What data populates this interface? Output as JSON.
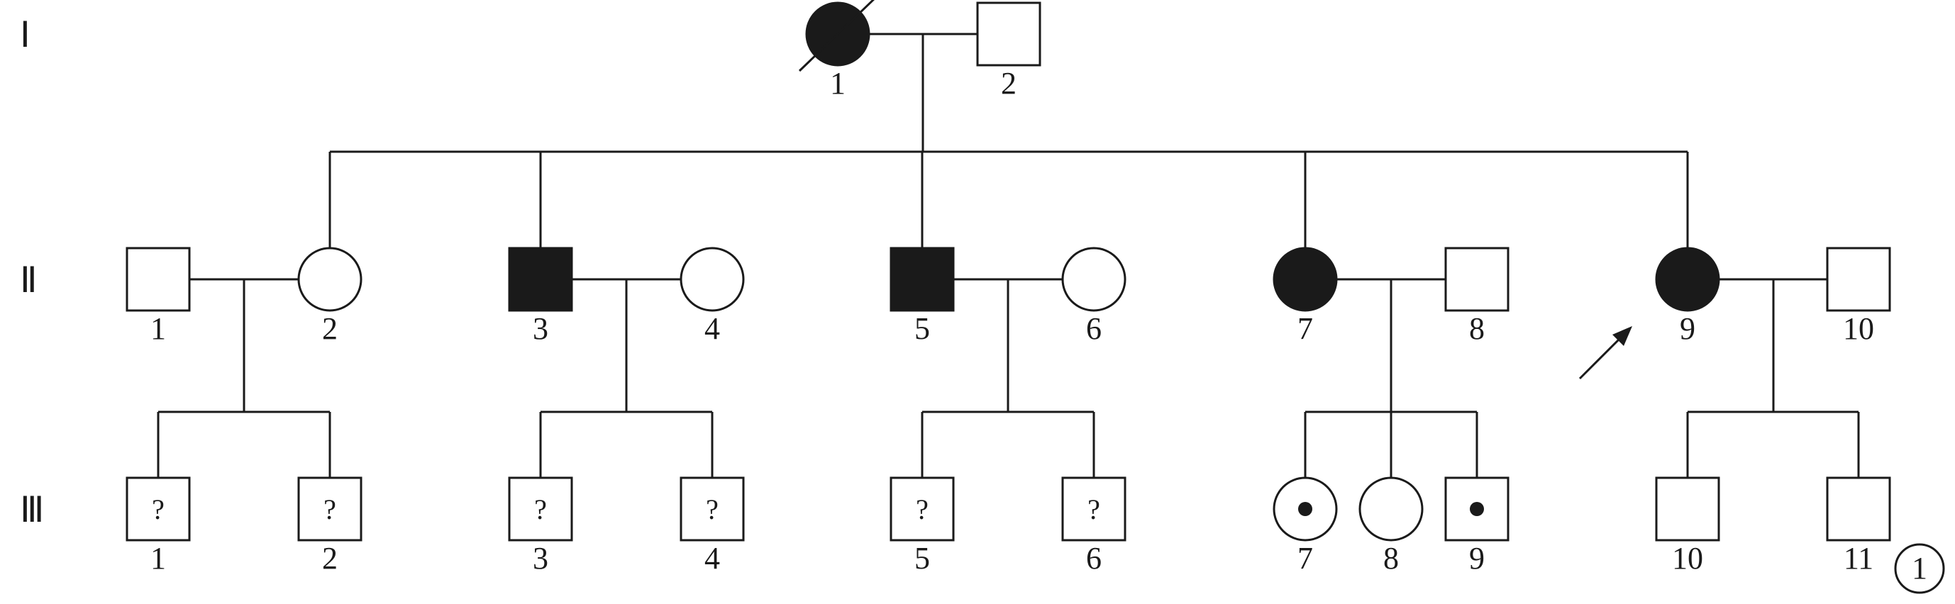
{
  "generations": [
    "Ⅰ",
    "Ⅱ",
    "Ⅲ"
  ],
  "colors": {
    "ink": "#1a1a1a",
    "affected": "#1a1a1a",
    "unaffected": "#ffffff"
  },
  "individuals": [
    {
      "id": "I-1",
      "gen": "I",
      "label": "1",
      "sex": "female",
      "status": "affected",
      "deceased": true
    },
    {
      "id": "I-2",
      "gen": "I",
      "label": "2",
      "sex": "male",
      "status": "unaffected"
    },
    {
      "id": "II-1",
      "gen": "II",
      "label": "1",
      "sex": "male",
      "status": "unaffected"
    },
    {
      "id": "II-2",
      "gen": "II",
      "label": "2",
      "sex": "female",
      "status": "unaffected"
    },
    {
      "id": "II-3",
      "gen": "II",
      "label": "3",
      "sex": "male",
      "status": "affected"
    },
    {
      "id": "II-4",
      "gen": "II",
      "label": "4",
      "sex": "female",
      "status": "unaffected"
    },
    {
      "id": "II-5",
      "gen": "II",
      "label": "5",
      "sex": "male",
      "status": "affected"
    },
    {
      "id": "II-6",
      "gen": "II",
      "label": "6",
      "sex": "female",
      "status": "unaffected"
    },
    {
      "id": "II-7",
      "gen": "II",
      "label": "7",
      "sex": "female",
      "status": "affected"
    },
    {
      "id": "II-8",
      "gen": "II",
      "label": "8",
      "sex": "male",
      "status": "unaffected"
    },
    {
      "id": "II-9",
      "gen": "II",
      "label": "9",
      "sex": "female",
      "status": "affected",
      "proband": true
    },
    {
      "id": "II-10",
      "gen": "II",
      "label": "10",
      "sex": "male",
      "status": "unaffected"
    },
    {
      "id": "III-1",
      "gen": "III",
      "label": "1",
      "sex": "male",
      "status": "unknown",
      "mark": "?"
    },
    {
      "id": "III-2",
      "gen": "III",
      "label": "2",
      "sex": "male",
      "status": "unknown",
      "mark": "?"
    },
    {
      "id": "III-3",
      "gen": "III",
      "label": "3",
      "sex": "male",
      "status": "unknown",
      "mark": "?"
    },
    {
      "id": "III-4",
      "gen": "III",
      "label": "4",
      "sex": "male",
      "status": "unknown",
      "mark": "?"
    },
    {
      "id": "III-5",
      "gen": "III",
      "label": "5",
      "sex": "male",
      "status": "unknown",
      "mark": "?"
    },
    {
      "id": "III-6",
      "gen": "III",
      "label": "6",
      "sex": "male",
      "status": "unknown",
      "mark": "?"
    },
    {
      "id": "III-7",
      "gen": "III",
      "label": "7",
      "sex": "female",
      "status": "carrier"
    },
    {
      "id": "III-8",
      "gen": "III",
      "label": "8",
      "sex": "female",
      "status": "unaffected"
    },
    {
      "id": "III-9",
      "gen": "III",
      "label": "9",
      "sex": "male",
      "status": "carrier"
    },
    {
      "id": "III-10",
      "gen": "III",
      "label": "10",
      "sex": "male",
      "status": "unaffected"
    },
    {
      "id": "III-11",
      "gen": "III",
      "label": "11",
      "sex": "male",
      "status": "unaffected"
    }
  ],
  "couples": [
    {
      "id": "c-I",
      "partners": [
        "I-1",
        "I-2"
      ],
      "children": [
        "II-2",
        "II-3",
        "II-5",
        "II-7",
        "II-9"
      ]
    },
    {
      "id": "c-II-1-2",
      "partners": [
        "II-1",
        "II-2"
      ],
      "children": [
        "III-1",
        "III-2"
      ]
    },
    {
      "id": "c-II-3-4",
      "partners": [
        "II-3",
        "II-4"
      ],
      "children": [
        "III-3",
        "III-4"
      ]
    },
    {
      "id": "c-II-5-6",
      "partners": [
        "II-5",
        "II-6"
      ],
      "children": [
        "III-5",
        "III-6"
      ]
    },
    {
      "id": "c-II-7-8",
      "partners": [
        "II-7",
        "II-8"
      ],
      "children": [
        "III-7",
        "III-8",
        "III-9"
      ]
    },
    {
      "id": "c-II-9-10",
      "partners": [
        "II-9",
        "II-10"
      ],
      "children": [
        "III-10",
        "III-11"
      ]
    }
  ],
  "annotation": {
    "label": "1",
    "attached_to": "III-11"
  }
}
